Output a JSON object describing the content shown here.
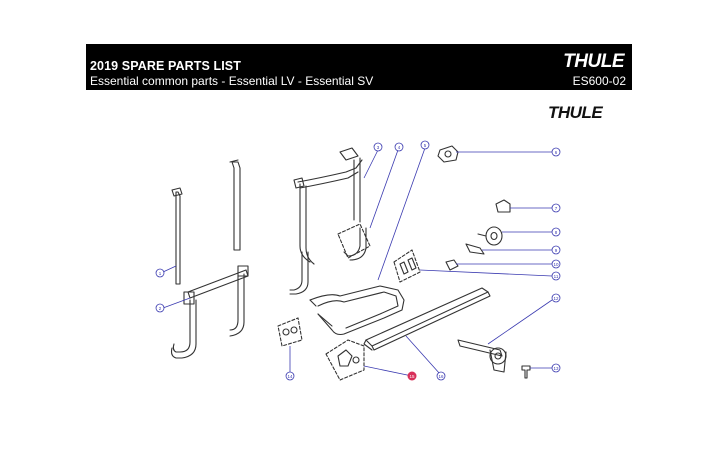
{
  "header": {
    "title": "2019 SPARE PARTS LIST",
    "subtitle": "Essential common parts - Essential LV - Essential SV",
    "code": "ES600-02",
    "logo_text": "THULE"
  },
  "logo_secondary": "THULE",
  "callouts": [
    {
      "num": "1",
      "part": "upright-tube"
    },
    {
      "num": "2",
      "part": "cross-bar-frame"
    },
    {
      "num": "3",
      "part": "top-arch-frame"
    },
    {
      "num": "4",
      "part": "j-hook-tube"
    },
    {
      "num": "5",
      "part": "lower-rail-frame"
    },
    {
      "num": "6",
      "part": "clamp-fitting"
    },
    {
      "num": "7",
      "part": "small-bracket"
    },
    {
      "num": "8",
      "part": "knob-wheel"
    },
    {
      "num": "9",
      "part": "strap-buckle"
    },
    {
      "num": "10",
      "part": "small-clip"
    },
    {
      "num": "11",
      "part": "clip-pair"
    },
    {
      "num": "12",
      "part": "wheel-holder-arm"
    },
    {
      "num": "13",
      "part": "screw"
    },
    {
      "num": "14",
      "part": "nut-pair"
    },
    {
      "num": "15",
      "part": "bracket-kit"
    },
    {
      "num": "16",
      "part": "wheel-rail"
    }
  ],
  "colors": {
    "header_bg": "#000000",
    "callout": "#3a3ab0",
    "marker": "#d8305a"
  }
}
